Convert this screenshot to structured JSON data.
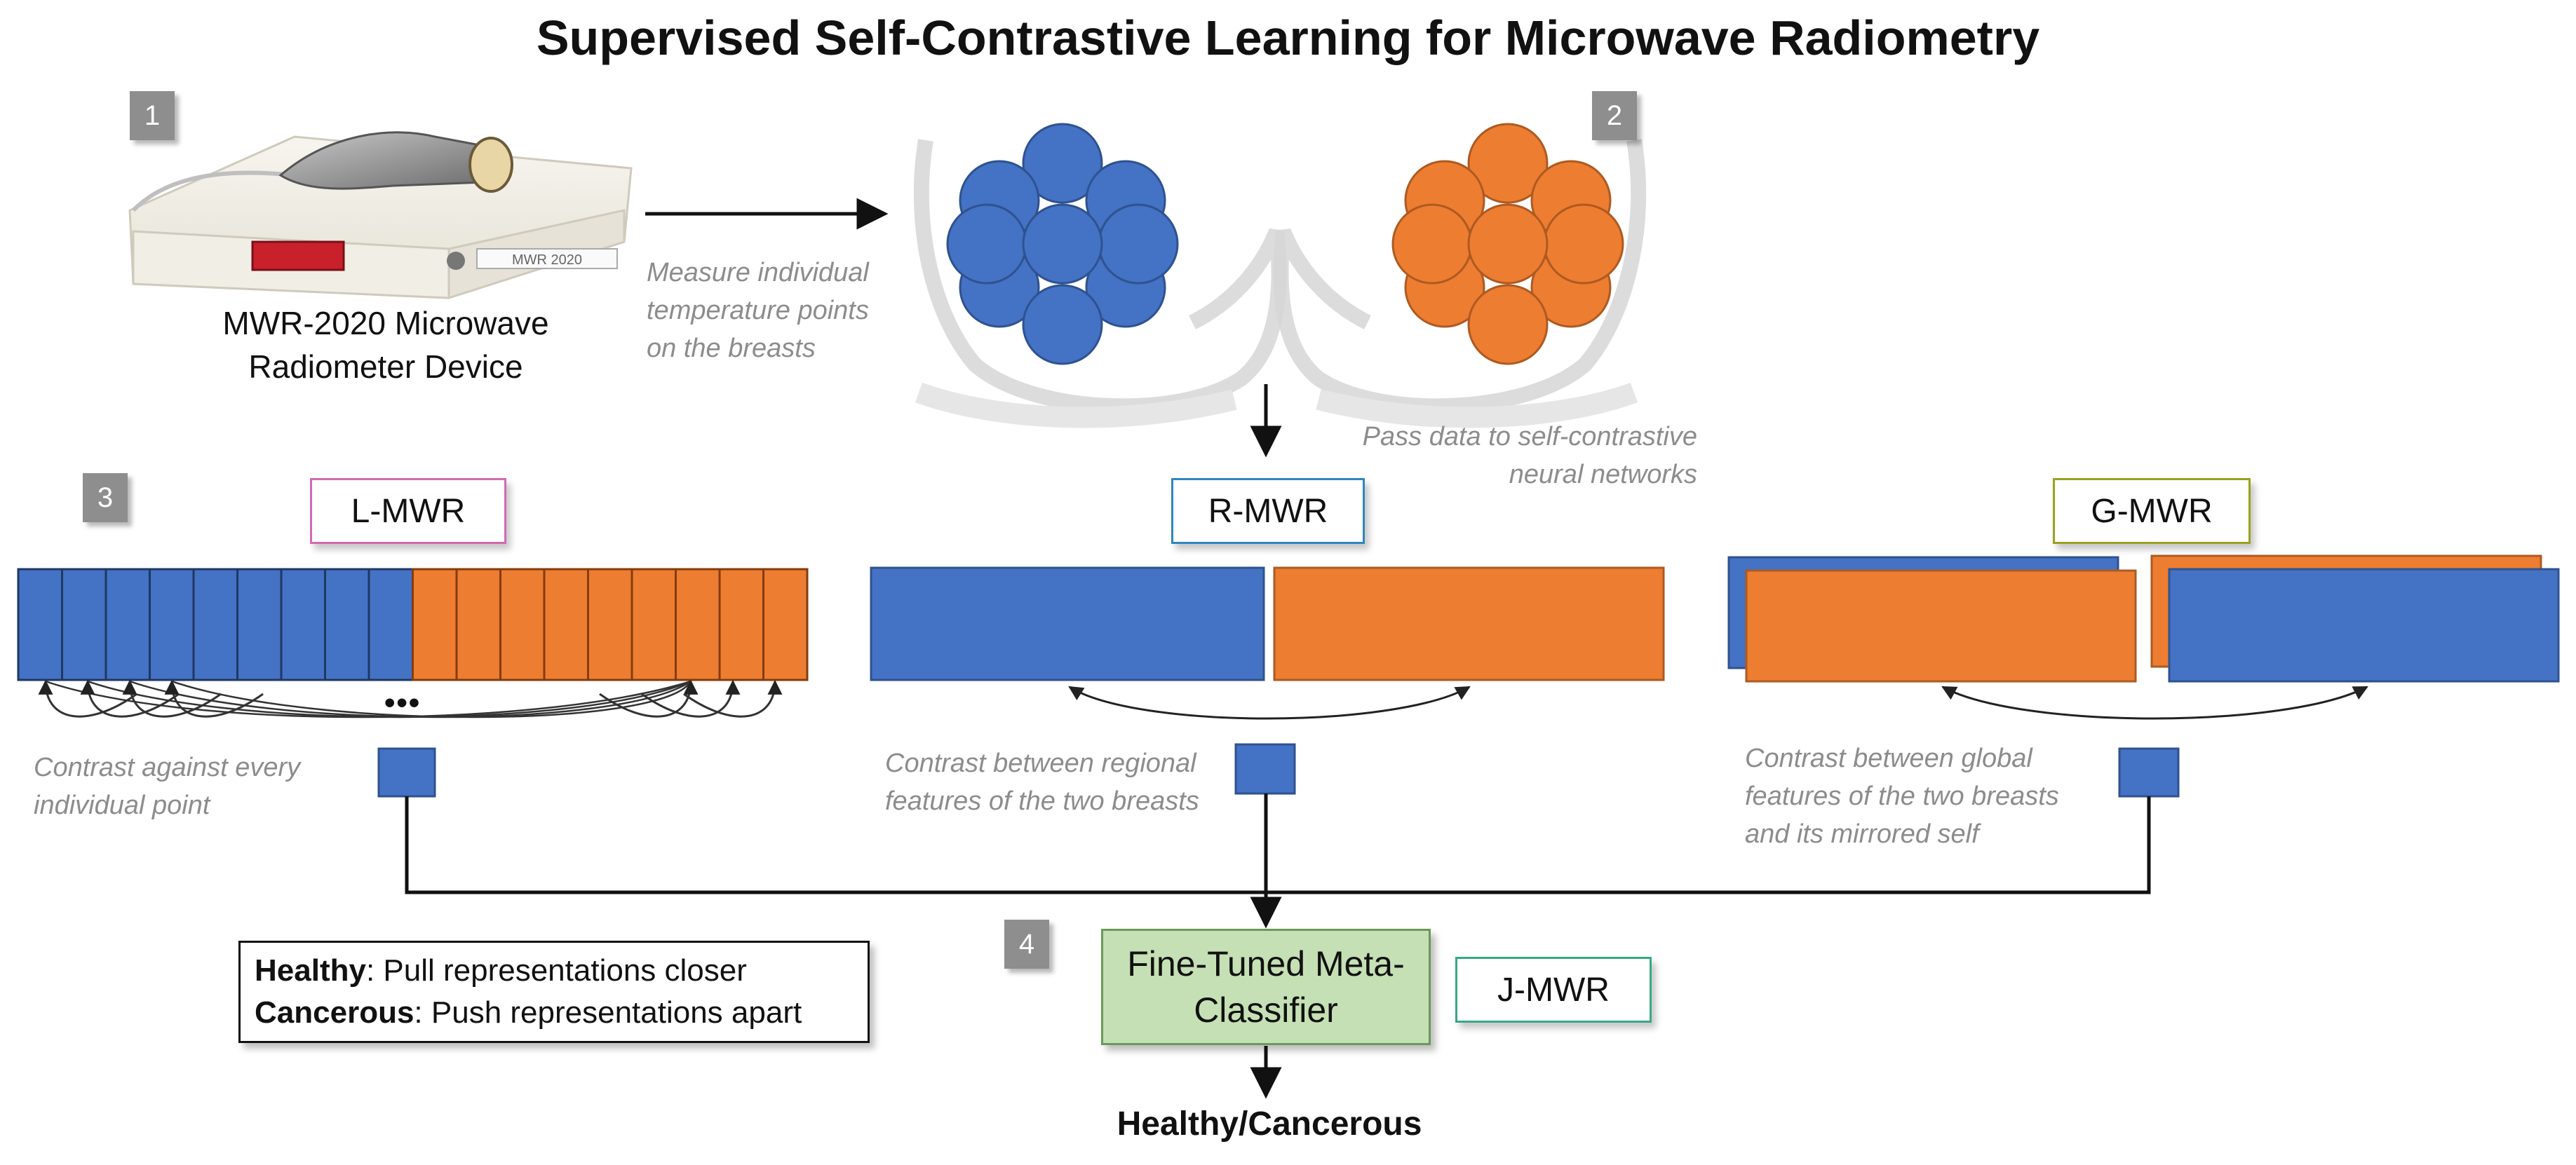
{
  "title": "Supervised Self-Contrastive Learning for Microwave Radiometry",
  "steps": [
    "1",
    "2",
    "3",
    "4"
  ],
  "device": {
    "screen_text": "MWR 2020",
    "label_line1": "MWR-2020 Microwave",
    "label_line2": "Radiometer Device"
  },
  "measure_note": [
    "Measure individual",
    "temperature points",
    "on the breasts"
  ],
  "pass_note": [
    "Pass data to self-contrastive",
    "neural networks"
  ],
  "models": {
    "l_mwr": "L-MWR",
    "r_mwr": "R-MWR",
    "g_mwr": "G-MWR",
    "j_mwr": "J-MWR"
  },
  "ellipsis": "•••",
  "contrast_notes": {
    "l": [
      "Contrast against every",
      "individual point"
    ],
    "r": [
      "Contrast between regional",
      "features of the two breasts"
    ],
    "g": [
      "Contrast between global",
      "features of the two breasts",
      "and its mirrored self"
    ]
  },
  "legend": {
    "healthy_label": "Healthy",
    "healthy_text": ": Pull representations closer",
    "cancerous_label": "Cancerous",
    "cancerous_text": ": Push representations apart"
  },
  "meta_classifier": [
    "Fine-Tuned Meta-",
    "Classifier"
  ],
  "output": "Healthy/Cancerous",
  "colors": {
    "blue": "#4472c4",
    "orange": "#ed7d31",
    "step_gray": "#8e8e8e",
    "l_border": "#d26bb0",
    "r_border": "#2e86c1",
    "g_border": "#9aa11e",
    "j_border": "#38a886",
    "meta_fill": "#c5e0b4"
  }
}
